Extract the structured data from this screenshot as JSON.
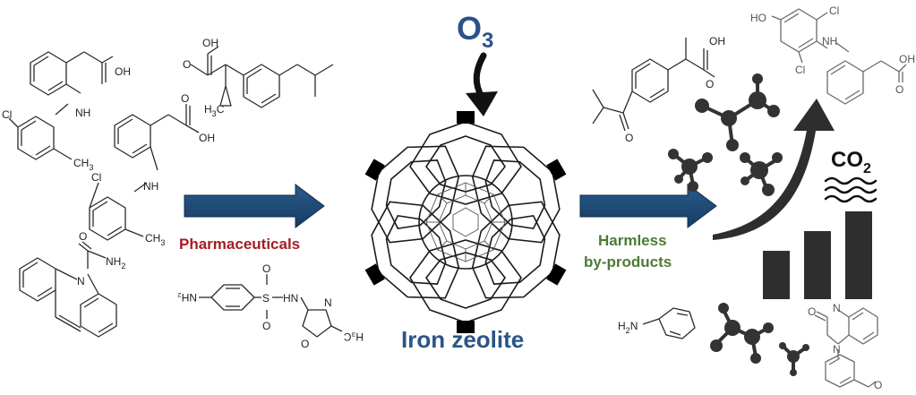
{
  "labels": {
    "ozone_main": "O",
    "ozone_sub": "3",
    "catalyst": "Iron zeolite",
    "input_label": "Pharmaceuticals",
    "output_label_line1": "Harmless",
    "output_label_line2": "by-products",
    "co2_main": "CO",
    "co2_sub": "2"
  },
  "atoms": {
    "oh": "OH",
    "nh": "NH",
    "cl": "Cl",
    "ch3": "CH",
    "ch3_sub": "3",
    "h3c": "H",
    "h3c_sub": "3",
    "h3c_c": "C",
    "nh2": "NH",
    "nh2_sub": "2",
    "o": "O",
    "n": "N",
    "s": "S",
    "ho": "HO",
    "h2n": "H",
    "h2n_sub": "2",
    "h2n_n": "N",
    "hn": "HN",
    "flipped_nh2": "NH₂",
    "flipped_ch3": "H₃C"
  },
  "colors": {
    "arrow_blue": "#1f4e79",
    "pharma_red": "#a51c24",
    "harmless_green": "#4d7a35",
    "zeolite_blue": "#2a5486",
    "dark": "#2e2e2e"
  },
  "icons": [
    "ozone-arrow-icon",
    "flow-arrow-icon",
    "growth-arrow-icon",
    "bar-chart-icon",
    "gas-wave-icon",
    "molecule-ball-stick-icon"
  ]
}
